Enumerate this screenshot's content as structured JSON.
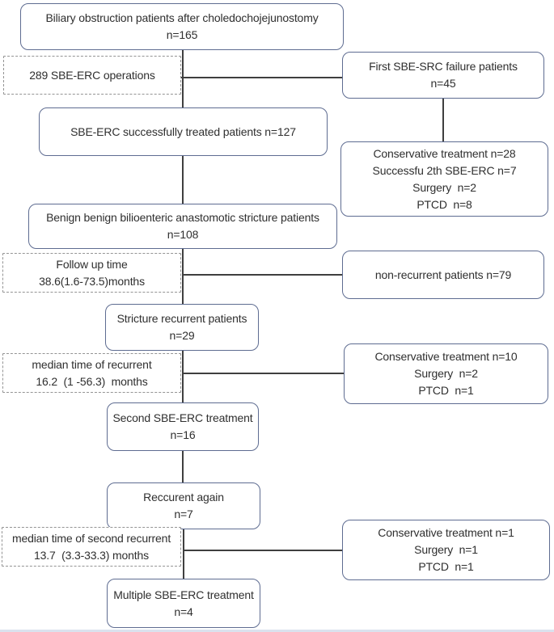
{
  "colors": {
    "solid_box_border": "#5e6c91",
    "dashed_box_border": "#949494",
    "connector": "#3f3f3f",
    "text": "#2f2f2f",
    "background": "#ffffff"
  },
  "nodes": {
    "biliary_obstruction": {
      "lines": [
        "Biliary obstruction patients after choledochojejunostomy",
        "n=165"
      ]
    },
    "sbe_erc_operations": {
      "lines": [
        "289 SBE-ERC operations"
      ]
    },
    "first_failure": {
      "lines": [
        "First SBE-SRC failure patients",
        "n=45"
      ]
    },
    "sbe_erc_success": {
      "lines": [
        "SBE-ERC successfully treated patients n=127"
      ]
    },
    "failure_outcomes": {
      "lines": [
        "Conservative treatment n=28",
        "Successfu 2th SBE-ERC n=7",
        "Surgery  n=2",
        "PTCD  n=8"
      ]
    },
    "benign_stricture": {
      "lines": [
        "Benign benign bilioenteric anastomotic stricture patients",
        "n=108"
      ]
    },
    "follow_up_time": {
      "lines": [
        "Follow up time",
        "38.6(1.6-73.5)months"
      ]
    },
    "non_recurrent": {
      "lines": [
        "non-recurrent patients n=79"
      ]
    },
    "stricture_recurrent": {
      "lines": [
        "Stricture recurrent patients",
        "n=29"
      ]
    },
    "median_time_recurrent": {
      "lines": [
        "median time of recurrent",
        "16.2  (1 -56.3)  months"
      ]
    },
    "recurrent_outcomes": {
      "lines": [
        "Conservative treatment n=10",
        "Surgery  n=2",
        "PTCD  n=1"
      ]
    },
    "second_sbe_erc": {
      "lines": [
        "Second SBE-ERC treatment",
        "n=16"
      ]
    },
    "recurrent_again": {
      "lines": [
        "Reccurent again",
        "n=7"
      ]
    },
    "median_time_second_recurrent": {
      "lines": [
        "median time of second recurrent",
        "13.7  (3.3-33.3) months"
      ]
    },
    "second_recurrent_outcomes": {
      "lines": [
        "Conservative treatment n=1",
        "Surgery  n=1",
        "PTCD  n=1"
      ]
    },
    "multiple_sbe_erc": {
      "lines": [
        "Multiple SBE-ERC treatment",
        "n=4"
      ]
    }
  }
}
